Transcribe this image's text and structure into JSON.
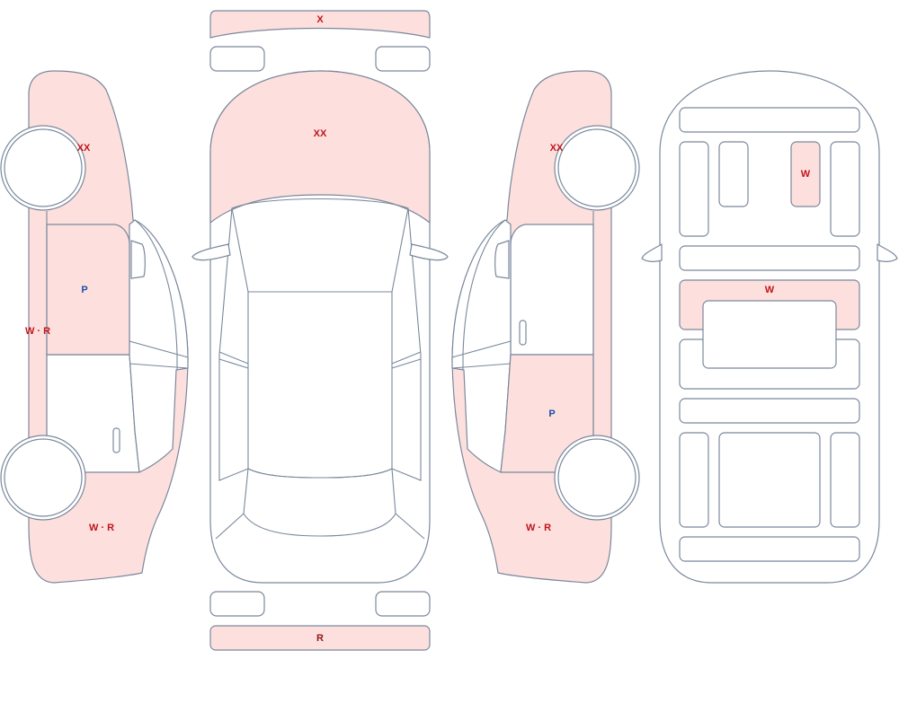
{
  "colors": {
    "outline": "#7a889c",
    "damage_fill": "#fde0dd",
    "marker_red": "#c0141c",
    "marker_blue": "#1f4fa8",
    "marker_dark": "#8a1a1a"
  },
  "markers": {
    "front_bumper": "X",
    "hood": "XX",
    "rear_bumper": "R",
    "left_front_fender": "XX",
    "left_front_door": "P",
    "left_rocker": "W · R",
    "left_rear_quarter": "W · R",
    "right_front_fender": "XX",
    "right_rear_door": "P",
    "right_rear_quarter": "W · R",
    "floor_seat": "W",
    "floor_panel": "W"
  }
}
